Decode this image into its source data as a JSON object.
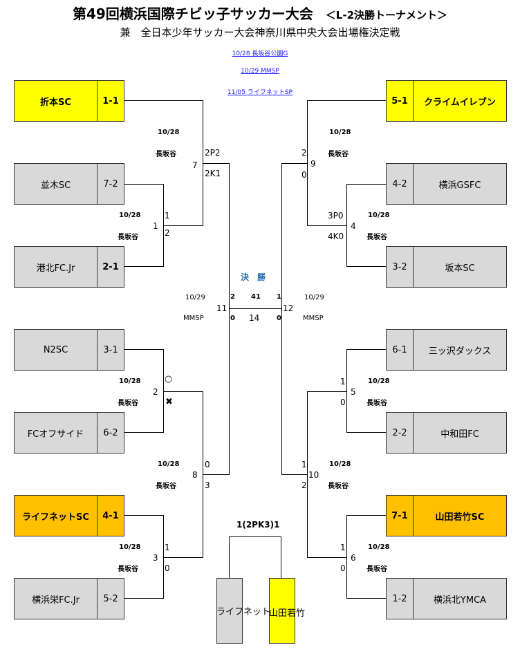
{
  "header": {
    "title": "第49回横浜国際チビッ子サッカー大会",
    "title_sub": "＜L-2決勝トーナメント＞",
    "subtitle": "兼　全日本少年サッカー大会神奈川県中央大会出場権決定戦"
  },
  "venues": [
    "10/28 長坂谷公園G",
    "10/29 MMSP",
    "11/05 ライフネットSP"
  ],
  "teams": {
    "t1": {
      "name": "折本SC",
      "score": "1-1"
    },
    "t2": {
      "name": "並木SC",
      "score": "7-2"
    },
    "t3": {
      "name": "港北FC.Jr",
      "score": "2-1"
    },
    "t4": {
      "name": "N2SC",
      "score": "3-1"
    },
    "t5": {
      "name": "FCオフサイド",
      "score": "6-2"
    },
    "t6": {
      "name": "ライフネットSC",
      "score": "4-1"
    },
    "t7": {
      "name": "横浜栄FC.Jr",
      "score": "5-2"
    },
    "t8": {
      "name": "クライムイレブン",
      "score": "5-1"
    },
    "t9": {
      "name": "横浜GSFC",
      "score": "4-2"
    },
    "t10": {
      "name": "坂本SC",
      "score": "3-2"
    },
    "t11": {
      "name": "三ッ沢ダックス",
      "score": "6-1"
    },
    "t12": {
      "name": "中和田FC",
      "score": "2-2"
    },
    "t13": {
      "name": "山田若竹SC",
      "score": "7-1"
    },
    "t14": {
      "name": "横浜北YMCA",
      "score": "1-2"
    }
  },
  "labels": {
    "date_1028": "10/28",
    "date_1029": "10/29",
    "place_nagasakaya": "長坂谷",
    "place_mmsp": "MMSP",
    "final_title": "決　勝",
    "final_result": "1(2PK3)1",
    "finalist_left": "ライフネット",
    "finalist_right": "山田若竹",
    "circle": "○",
    "cross": "✖"
  },
  "matches": {
    "m1": {
      "no": "1",
      "s1": "1",
      "s2": "2"
    },
    "m2": {
      "no": "2"
    },
    "m3": {
      "no": "3",
      "s1": "1",
      "s2": "0"
    },
    "m4": {
      "no": "4",
      "s1": "3P0",
      "s2": "4K0"
    },
    "m5": {
      "no": "5",
      "s1": "1",
      "s2": "0"
    },
    "m6": {
      "no": "6",
      "s1": "1",
      "s2": "0"
    },
    "m7": {
      "no": "7",
      "s1": "2P2",
      "s2": "2K1"
    },
    "m8": {
      "no": "8",
      "s1": "0",
      "s2": "3"
    },
    "m9": {
      "no": "9",
      "s1": "2",
      "s2": "0"
    },
    "m10": {
      "no": "10",
      "s1": "1",
      "s2": "2"
    },
    "m11": {
      "no": "11",
      "s1": "2",
      "s2": "0"
    },
    "m12": {
      "no": "12",
      "s1": "1",
      "s2": "0"
    },
    "m13": {
      "s1": "4",
      "s2": "1"
    },
    "m14": {
      "no": "14"
    }
  }
}
